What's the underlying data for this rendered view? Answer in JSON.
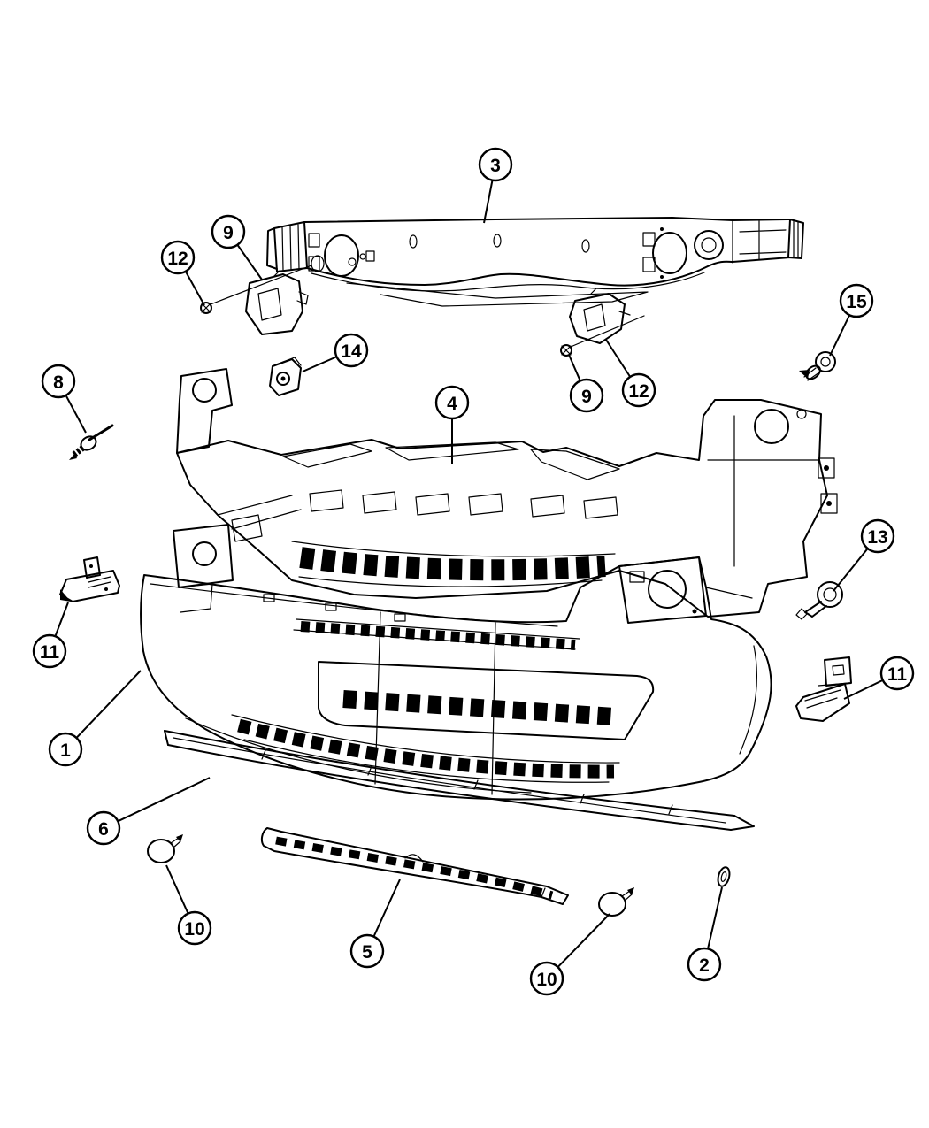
{
  "diagram": {
    "kind": "exploded parts diagram",
    "colors": {
      "background": "#ffffff",
      "line_art": "#000000"
    }
  },
  "callouts": [
    {
      "label": "3"
    },
    {
      "label": "9"
    },
    {
      "label": "12"
    },
    {
      "label": "14"
    },
    {
      "label": "15"
    },
    {
      "label": "9"
    },
    {
      "label": "12"
    },
    {
      "label": "8"
    },
    {
      "label": "4"
    },
    {
      "label": "13"
    },
    {
      "label": "11"
    },
    {
      "label": "11"
    },
    {
      "label": "1"
    },
    {
      "label": "6"
    },
    {
      "label": "10"
    },
    {
      "label": "5"
    },
    {
      "label": "10"
    },
    {
      "label": "2"
    }
  ]
}
